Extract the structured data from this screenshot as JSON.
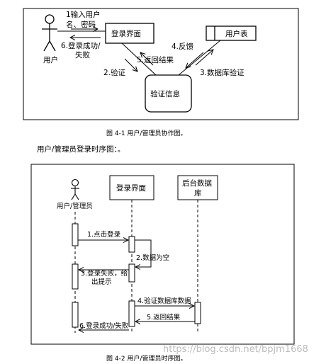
{
  "fig1": {
    "actor_label": "用户",
    "login_box": "登录界面",
    "user_table": "用户表",
    "verify_node": "验证信息",
    "msg_input_1": "1输入用户",
    "msg_input_2": "名、密码",
    "msg_result_1": "6.登录成功/",
    "msg_result_2": "失败",
    "msg_verify": "2.验证",
    "msg_return": "5.返回结果",
    "msg_feedback": "4.反馈",
    "msg_db_verify": "3.数据库验证",
    "caption": "图 4-1  用户/管理员协作图。"
  },
  "section_title": "用户/管理员登录时序图：。",
  "fig2": {
    "actor_label": "用户/管理员",
    "lifeline_login": "登录界面",
    "lifeline_db_1": "后台数据",
    "lifeline_db_2": "库",
    "msg_click": "1.点击登录",
    "msg_empty": "2.数据为空",
    "msg_fail_1": "3.登录失败，给",
    "msg_fail_2": "出提示",
    "msg_verify_db": "4.验证数据库数据",
    "msg_return": "5.返回结果",
    "msg_result": "6.登录成功/失败",
    "caption": "图 4-2  用户/管理员时序图。"
  },
  "watermark": "https://blog.csdn.net/bpjm1668"
}
